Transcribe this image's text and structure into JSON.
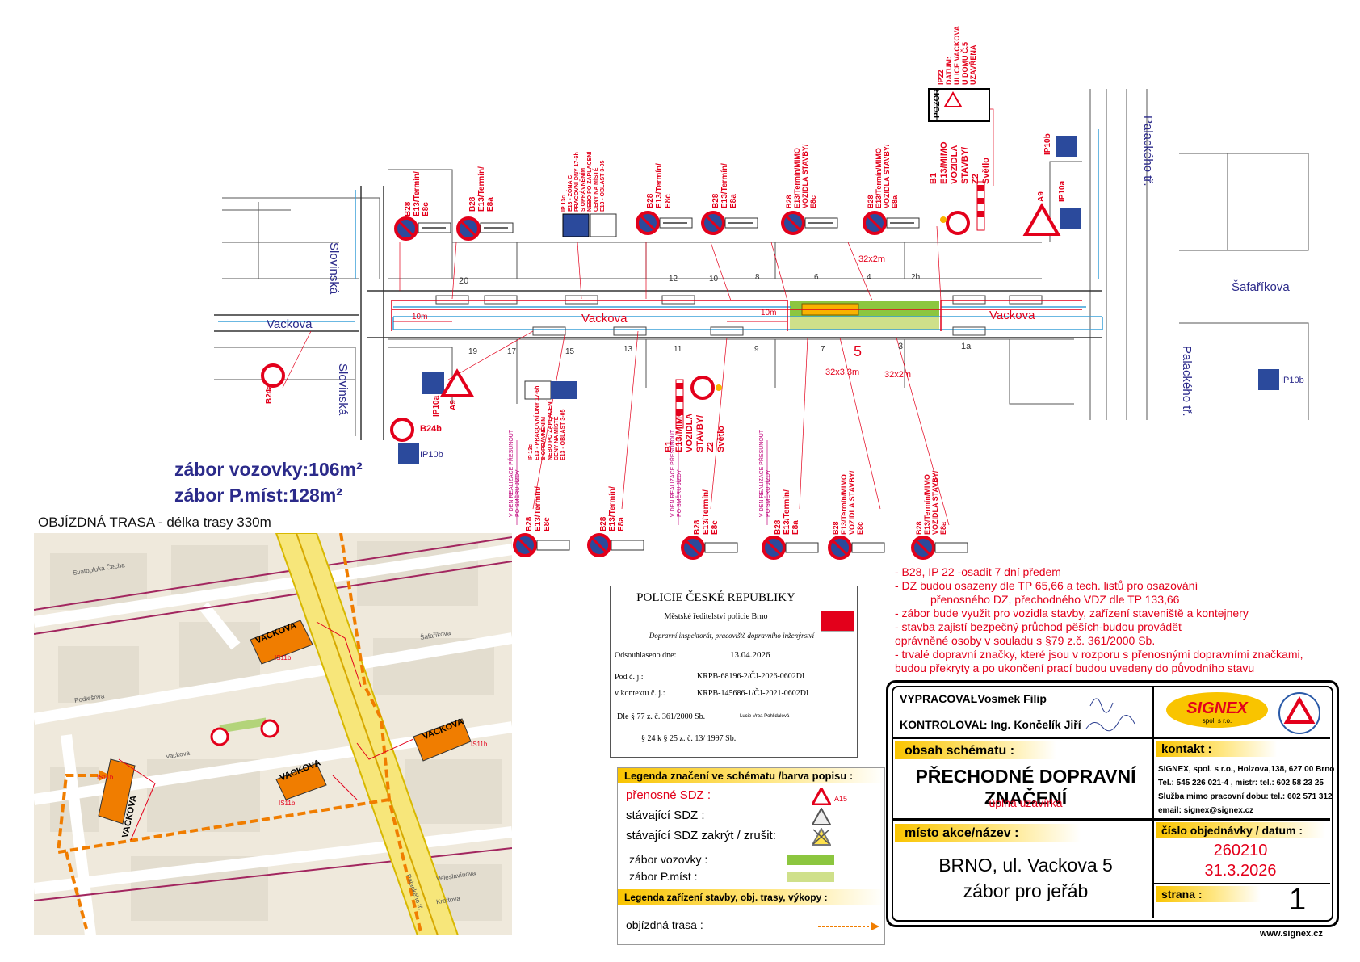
{
  "streets": {
    "vackova": "Vackova",
    "slovinska": "Slovinská",
    "palackeho": "Palackého tř.",
    "safarikova": "Šafaříkova"
  },
  "areas": {
    "zabor_vozovky": "zábor vozovky:106m²",
    "zabor_pmist": "zábor P.míst:128m²",
    "objizdna_trasa": "OBJÍZDNÁ TRASA - délka trasy 330m"
  },
  "map_labels": {
    "house_numbers": [
      "20",
      "12",
      "10",
      "8",
      "6",
      "4",
      "2b",
      "19",
      "17",
      "15",
      "13",
      "11",
      "9",
      "7",
      "5",
      "3",
      "1a"
    ],
    "dim_10m_left": "10m",
    "dim_10m_center": "10m",
    "dim_32x2m_top": "32x2m",
    "dim_32x33m": "32x3,3m",
    "dim_32x2m_bottom": "32x2m",
    "house_5": "5"
  },
  "sign_texts": {
    "top_b28_1": "B28\nE13/Termín/\nE8c",
    "top_b28_2": "B28\nE13/Termín/\nE8a",
    "top_ip13": "IP 13c\nE13 - ZÓNA C\nPRACOVNÍ DNY 17-6h\nS OPRÁVNĚNÍM\nNEBO PO ZAPLACENÍ\nCENY NA MÍSTĚ\nE13 - OBLAST 3-05",
    "top_b28_3": "B28\nE13/Termín/\nE8c",
    "top_b28_4": "B28\nE13/Termín/\nE8a",
    "top_b28_5": "B28\nE13/Termín/MIMO\nVOZIDLA STAVBY/\nE8c",
    "top_b28_6": "B28\nE13/Termín/MIMO\nVOZIDLA STAVBY/\nE8a",
    "top_b1": "B1\nE13/MIMO\nVOZIDLA\nSTAVBY/\nZ2\nSvětlo",
    "top_ip22": "IP22\nDATUM:\nULICE VACKOVA\nU DOMU Č.5\nUZAVŘENA",
    "pozor": "POZOR",
    "a9_right": "A9",
    "ip10a_right": "IP10a",
    "ip10b_right_top": "IP10b",
    "b24a": "B24a",
    "ip10a_left": "IP10a",
    "a9_left": "A9",
    "b24b": "B24b",
    "ip10b_left": "IP10b",
    "ip10b_right_bottom": "IP10b",
    "bottom_ip13": "IP 13c\nE13 - PRACOVNÍ DNY 17-6h\nS OPRÁVNĚNÍM\nNEBO PO ZAPLACENÍ\nCENY NA MÍSTĚ\nE13 - OBLAST 3-05",
    "bottom_b1": "B1\nE13/MIMO\nVOZIDLA\nSTAVBY/\nZ2\nSvětlo",
    "bottom_b28_1": "B28\nE13/Termín/\nE8c",
    "bottom_b28_2": "B28\nE13/Termín/\nE8a",
    "bottom_b28_3": "B28\nE13/Termín/\nE8c",
    "bottom_b28_4": "B28\nE13/Termín/\nE8a",
    "bottom_b28_5": "B28\nE13/Termín/MIMO\nVOZIDLA STAVBY/\nE8c",
    "bottom_b28_6": "B28\nE13/Termín/MIMO\nVOZIDLA STAVBY/\nE8a",
    "presun_note": "V DEN REALIZACE PŘESUNOUT\nPO SMĚRU JÍZDY",
    "vackova_arrow": "VACKOVA",
    "is11b": "IS11b",
    "detour_map_streets": [
      "Svatopluka Čecha",
      "Podlešova",
      "Šafaříkova",
      "Vackova",
      "Veleslavínova",
      "Palackého tř.",
      "Kroftova"
    ]
  },
  "notes": [
    "- B28, IP 22 -osadit 7 dní předem",
    "- DZ budou osazeny dle TP 65,66 a tech. listů pro osazování",
    "přenosného DZ, přechodného VDZ dle TP 133,66",
    "- zábor bude využit pro vozidla stavby, zařízení staveniště a kontejnery",
    "- stavba zajistí bezpečný průchod pěších-budou provádět",
    "oprávněné osoby v souladu s §79 z.č. 361/2000 Sb.",
    "- trvalé dopravní značky, které jsou v rozporu s přenosnými dopravními značkami,",
    "budou překryty a po ukončení prací budou uvedeny do původního stavu"
  ],
  "police": {
    "title": "POLICIE ČESKÉ REPUBLIKY",
    "sub1": "Městské ředitelství policie Brno",
    "sub2": "Dopravní inspektorát, pracoviště dopravního inženýrství",
    "odsouhlaseno_label": "Odsouhlaseno dne:",
    "odsouhlaseno_value": "13.04.2026",
    "podcj_label": "Pod č. j.:",
    "podcj_value": "KRPB-68196-2/ČJ-2026-0602DI",
    "kontext_label": "v kontextu č. j.:",
    "kontext_value": "KRPB-145686-1/ČJ-2021-0602DI",
    "law1": "Dle § 77 z. č. 361/2000 Sb.",
    "signer": "Lucie Vrba Pohlidalová",
    "law2": "§ 24 k § 25 z. č. 13/ 1997 Sb."
  },
  "legend": {
    "title1": "Legenda značení ve schématu /barva popisu :",
    "prenosne": "přenosné  SDZ :",
    "a15": "A15",
    "stavajici": "stávající SDZ :",
    "zakryt": "stávající SDZ zakrýt / zrušit:",
    "zabor_vozovky": "zábor vozovky :",
    "zabor_pmist": "zábor P.míst :",
    "title2": "Legenda zařízení stavby, obj. trasy, výkopy :",
    "objizdna": "objízdná trasa :",
    "color_vozovky": "#8cc63f",
    "color_pmist": "#cfe08a",
    "color_detour": "#f07d00"
  },
  "titleblock": {
    "vypracoval_label": "VYPRACOVAL",
    "vypracoval_value": ": Vosmek Filip",
    "kontroloval_label": "KONTROLOVAL",
    "kontroloval_value": ": Ing. Končelík Jiří",
    "logo": "SIGNEX",
    "logo_sub": "spol. s r.o.",
    "obsah_label": "obsah schématu :",
    "obsah_value": "PŘECHODNÉ DOPRAVNÍ ZNAČENÍ",
    "obsah_sub": "úplná uzavírka",
    "kontakt_label": "kontakt :",
    "kontakt_lines": [
      "SIGNEX, spol. s r.o., Holzova,138, 627 00 Brno",
      "Tel.: 545 226 021-4 , mistr: tel.: 602 58 23 25",
      "Služba mimo pracovní dobu: tel.: 602 571 312",
      "email: signex@signex.cz"
    ],
    "misto_label": "místo  akce/název :",
    "misto_value1": "BRNO, ul. Vackova 5",
    "misto_value2": "zábor pro jeřáb",
    "cislo_label": "číslo  objednávky / datum :",
    "cislo_value": "260210",
    "datum_value": "31.3.2026",
    "strana_label": "strana :",
    "strana_value": "1",
    "web": "www.signex.cz"
  }
}
